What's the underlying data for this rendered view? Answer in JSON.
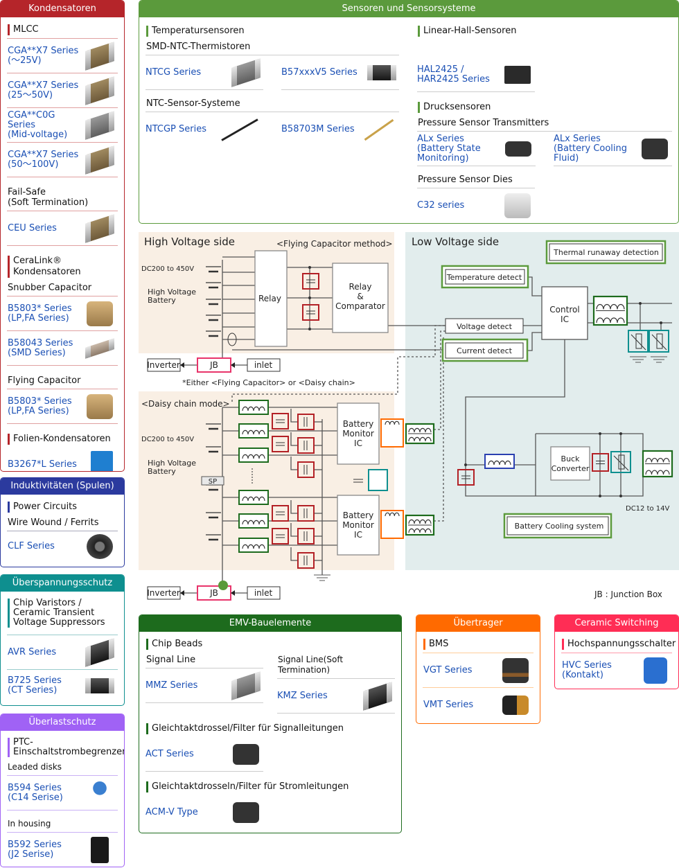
{
  "colors": {
    "kondensatoren": "#b5252a",
    "induktivitaeten": "#2b3a9e",
    "ueberspannung": "#0e8f8f",
    "ueberlast": "#a062f5",
    "sensoren": "#5b9a3c",
    "emv": "#1d6b1d",
    "uebertrager": "#ff6a00",
    "ceramic": "#ff2d55",
    "link": "#1a4fb4",
    "hv_bg": "#f9efe4",
    "lv_bg": "#e2eded"
  },
  "kondensatoren": {
    "title": "Kondensatoren",
    "mlcc": "MLCC",
    "items1": [
      "CGA**X7 Series\n(～25V)",
      "CGA**X7 Series\n(25～50V)",
      "CGA**C0G Series\n(Mid-voltage)",
      "CGA**X7 Series\n(50～100V)"
    ],
    "failsafe": "Fail-Safe\n(Soft Termination)",
    "ceu": "CEU Series",
    "ceralink": "CeraLink® Kondensatoren",
    "snubber": "Snubber Capacitor",
    "b5803": "B5803* Series\n(LP,FA Series)",
    "b58043": "B58043 Series\n(SMD Series)",
    "flying": "Flying Capacitor",
    "b5803b": "B5803* Series\n(LP,FA Series)",
    "folien": "Folien-Kondensatoren",
    "b3267": "B3267*L  Series"
  },
  "induktivitaeten": {
    "title": "Induktivitäten (Spulen)",
    "power": "Power Circuits",
    "wire": "Wire Wound / Ferrits",
    "clf": "CLF Series"
  },
  "ueberspannung": {
    "title": "Überspannungsschutz",
    "chip": "Chip Varistors /\nCeramic Transient\nVoltage Suppressors",
    "avr": "AVR Series",
    "b725": "B725 Series\n(CT Series)"
  },
  "ueberlast": {
    "title": "Überlastschutz",
    "ptc": "PTC-\nEinschaltstrombegrenzer",
    "leaded": "Leaded disks",
    "b594": "B594 Series\n(C14 Serise)",
    "housing": "In housing",
    "b592": "B592 Series\n(J2 Serise)"
  },
  "sensoren": {
    "title": "Sensoren und Sensorsysteme",
    "temp": "Temperatursensoren",
    "smd_ntc": "SMD-NTC-Thermistoren",
    "ntcg": "NTCG Series",
    "b57": "B57xxxV5 Series",
    "ntc_sys": "NTC-Sensor-Systeme",
    "ntcgp": "NTCGP Series",
    "b58703": "B58703M   Series",
    "hall": "Linear-Hall-Sensoren",
    "hal": "HAL2425 /\nHAR2425 Series",
    "druck": "Drucksensoren",
    "pst": "Pressure Sensor Transmitters",
    "alx1": "ALx Series\n(Battery State\nMonitoring)",
    "alx2": "ALx Series\n(Battery Cooling\nFluid)",
    "dies": "Pressure Sensor Dies",
    "c32": "C32 series"
  },
  "diagram": {
    "hv_title": "High Voltage side",
    "flying_method": "<Flying Capacitor method>",
    "dc_hv": "DC200 to 450V",
    "hv_battery1": "High Voltage",
    "hv_battery2": "Battery",
    "relay": "Relay",
    "relay_comp1": "Relay",
    "relay_comp2": "&",
    "relay_comp3": "Comparator",
    "inverter": "Inverter",
    "jb": "JB",
    "inlet": "inlet",
    "either": "*Either <Flying Capacitor> or <Daisy chain>",
    "daisy": "<Daisy chain mode>",
    "sp": "SP",
    "bmic1": "Battery",
    "bmic2": "Monitor",
    "bmic3": "IC",
    "lv_title": "Low Voltage side",
    "thermal": "Thermal runaway detection",
    "temp_detect": "Temperature detect",
    "voltage_detect": "Voltage detect",
    "current_detect": "Current detect",
    "control1": "Control",
    "control2": "IC",
    "buck1": "Buck",
    "buck2": "Converter",
    "dc_lv": "DC12 to 14V",
    "cooling": "Battery Cooling system",
    "jb_legend": "JB  :  Junction Box"
  },
  "emv": {
    "title": "EMV-Bauelemente",
    "beads": "Chip Beads",
    "signal": "Signal Line",
    "signal_soft": "Signal Line(Soft Termination)",
    "mmz": "MMZ Series",
    "kmz": "KMZ Series",
    "gl_signal": "Gleichtaktdrossel/Filter für Signalleitungen",
    "act": "ACT Series",
    "gl_strom": "Gleichtaktdrosseln/Filter für Stromleitungen",
    "acm": "ACM-V Type"
  },
  "uebertrager": {
    "title": "Übertrager",
    "bms": "BMS",
    "vgt": "VGT Series",
    "vmt": "VMT Series"
  },
  "ceramic": {
    "title": "Ceramic Switching",
    "hs": "Hochspannungsschalter",
    "hvc": "HVC Series\n(Kontakt)"
  }
}
